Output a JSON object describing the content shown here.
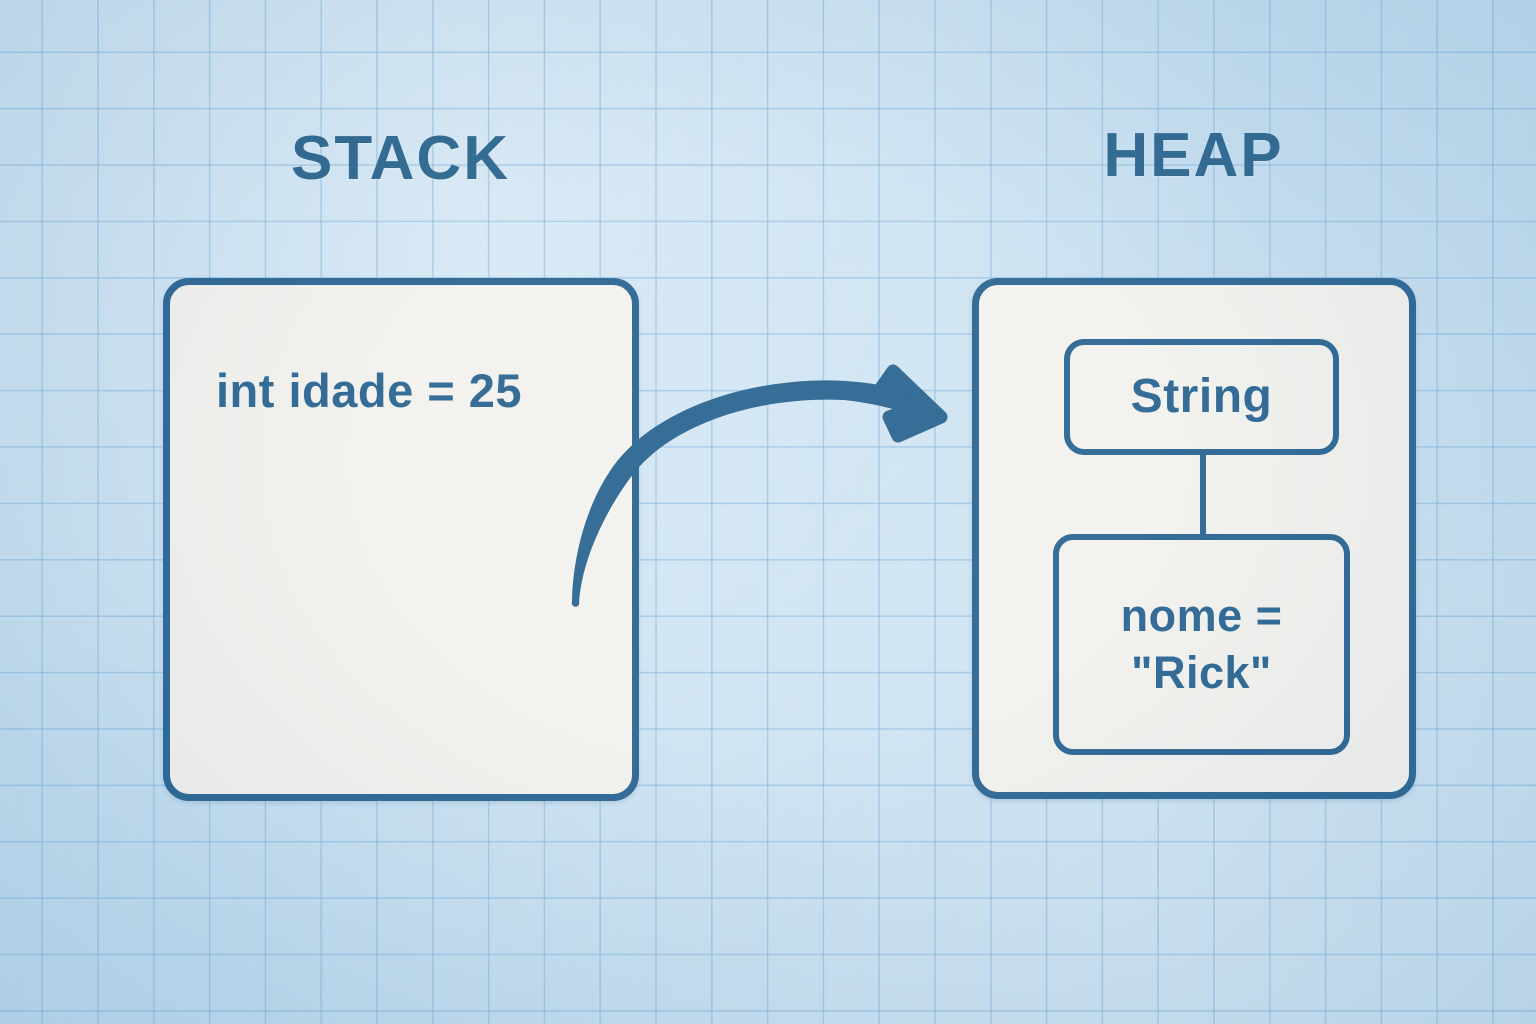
{
  "diagram": {
    "title_stack": "STACK",
    "title_heap": "HEAP",
    "stack": {
      "variable": "int idade = 25"
    },
    "heap": {
      "type_label": "String",
      "value_line_1": "nome =",
      "value_line_2": "\"Rick\""
    },
    "arrow": {
      "semantic": "reference-arrow",
      "from": "stack",
      "to": "heap"
    },
    "colors": {
      "background": "#bcd9ee",
      "grid_line": "#78afdb",
      "ink": "#1f5d8c",
      "panel_fill": "#f2f1ec"
    }
  }
}
